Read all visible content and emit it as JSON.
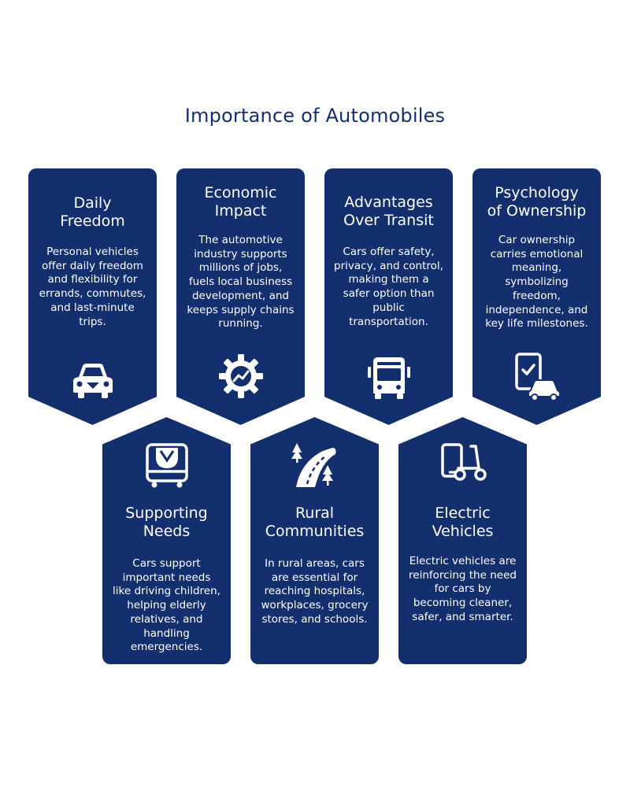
{
  "title": "Importance of Automobiles",
  "colors": {
    "card": "#142f6e",
    "title": "#142f6e",
    "text": "#ffffff"
  },
  "cards": [
    {
      "title_line1": "Daily",
      "title_line2": "Freedom",
      "text": "Personal vehicles offer daily freedom and flexibility for errands, commutes, and last-minute trips.",
      "icon": "car-front-icon"
    },
    {
      "title_line1": "Economic",
      "title_line2": "Impact",
      "text": "The automotive industry supports millions of jobs, fuels local business development, and keeps supply chains running.",
      "icon": "gear-trend-icon"
    },
    {
      "title_line1": "Advantages",
      "title_line2": "Over Transit",
      "text": "Cars offer safety, privacy, and control, making them a safer option than public transportation.",
      "icon": "bus-front-icon"
    },
    {
      "title_line1": "Psychology",
      "title_line2": "of Ownership",
      "text": "Car ownership carries emotional meaning, symbolizing freedom, independence, and key life milestones.",
      "icon": "phone-car-check-icon"
    },
    {
      "title_line1": "Supporting",
      "title_line2": "Needs",
      "text": "Cars support important needs like driving children, helping elderly relatives, and handling emergencies.",
      "icon": "car-seat-icon"
    },
    {
      "title_line1": "Rural",
      "title_line2": "Communities",
      "text": "In rural areas, cars are essential for reaching hospitals, workplaces, grocery stores, and schools.",
      "icon": "road-trees-icon"
    },
    {
      "title_line1": "Electric",
      "title_line2": "Vehicles",
      "text": "Electric vehicles are reinforcing the need for cars by becoming cleaner, safer, and smarter.",
      "icon": "phone-scooter-icon"
    }
  ]
}
